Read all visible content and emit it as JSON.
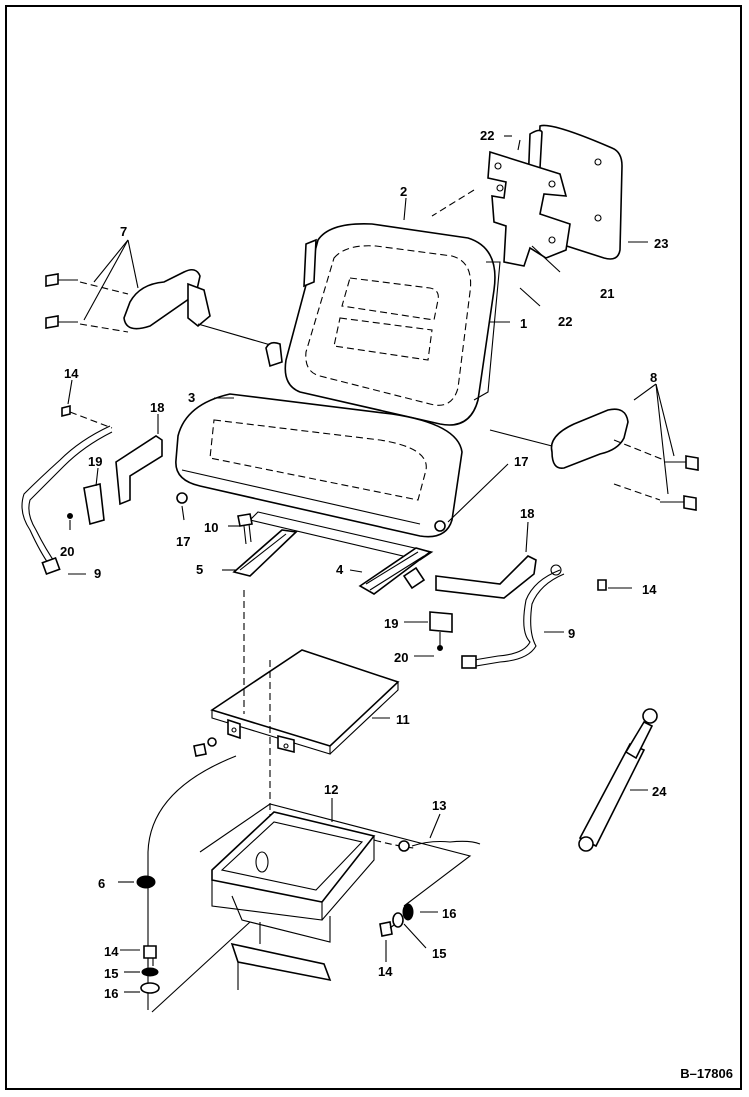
{
  "figure_id": "B–17806",
  "callouts": [
    {
      "id": "c1",
      "text": "1"
    },
    {
      "id": "c2",
      "text": "2"
    },
    {
      "id": "c3",
      "text": "3"
    },
    {
      "id": "c4",
      "text": "4"
    },
    {
      "id": "c5",
      "text": "5"
    },
    {
      "id": "c6",
      "text": "6"
    },
    {
      "id": "c7",
      "text": "7"
    },
    {
      "id": "c8",
      "text": "8"
    },
    {
      "id": "c9a",
      "text": "9"
    },
    {
      "id": "c9b",
      "text": "9"
    },
    {
      "id": "c10",
      "text": "10"
    },
    {
      "id": "c11",
      "text": "11"
    },
    {
      "id": "c12",
      "text": "12"
    },
    {
      "id": "c13",
      "text": "13"
    },
    {
      "id": "c14a",
      "text": "14"
    },
    {
      "id": "c14b",
      "text": "14"
    },
    {
      "id": "c14c",
      "text": "14"
    },
    {
      "id": "c14d",
      "text": "14"
    },
    {
      "id": "c15a",
      "text": "15"
    },
    {
      "id": "c15b",
      "text": "15"
    },
    {
      "id": "c16a",
      "text": "16"
    },
    {
      "id": "c16b",
      "text": "16"
    },
    {
      "id": "c17a",
      "text": "17"
    },
    {
      "id": "c17b",
      "text": "17"
    },
    {
      "id": "c18a",
      "text": "18"
    },
    {
      "id": "c18b",
      "text": "18"
    },
    {
      "id": "c19a",
      "text": "19"
    },
    {
      "id": "c19b",
      "text": "19"
    },
    {
      "id": "c20a",
      "text": "20"
    },
    {
      "id": "c20b",
      "text": "20"
    },
    {
      "id": "c21",
      "text": "21"
    },
    {
      "id": "c22a",
      "text": "22"
    },
    {
      "id": "c22b",
      "text": "22"
    },
    {
      "id": "c23",
      "text": "23"
    },
    {
      "id": "c24",
      "text": "24"
    }
  ]
}
